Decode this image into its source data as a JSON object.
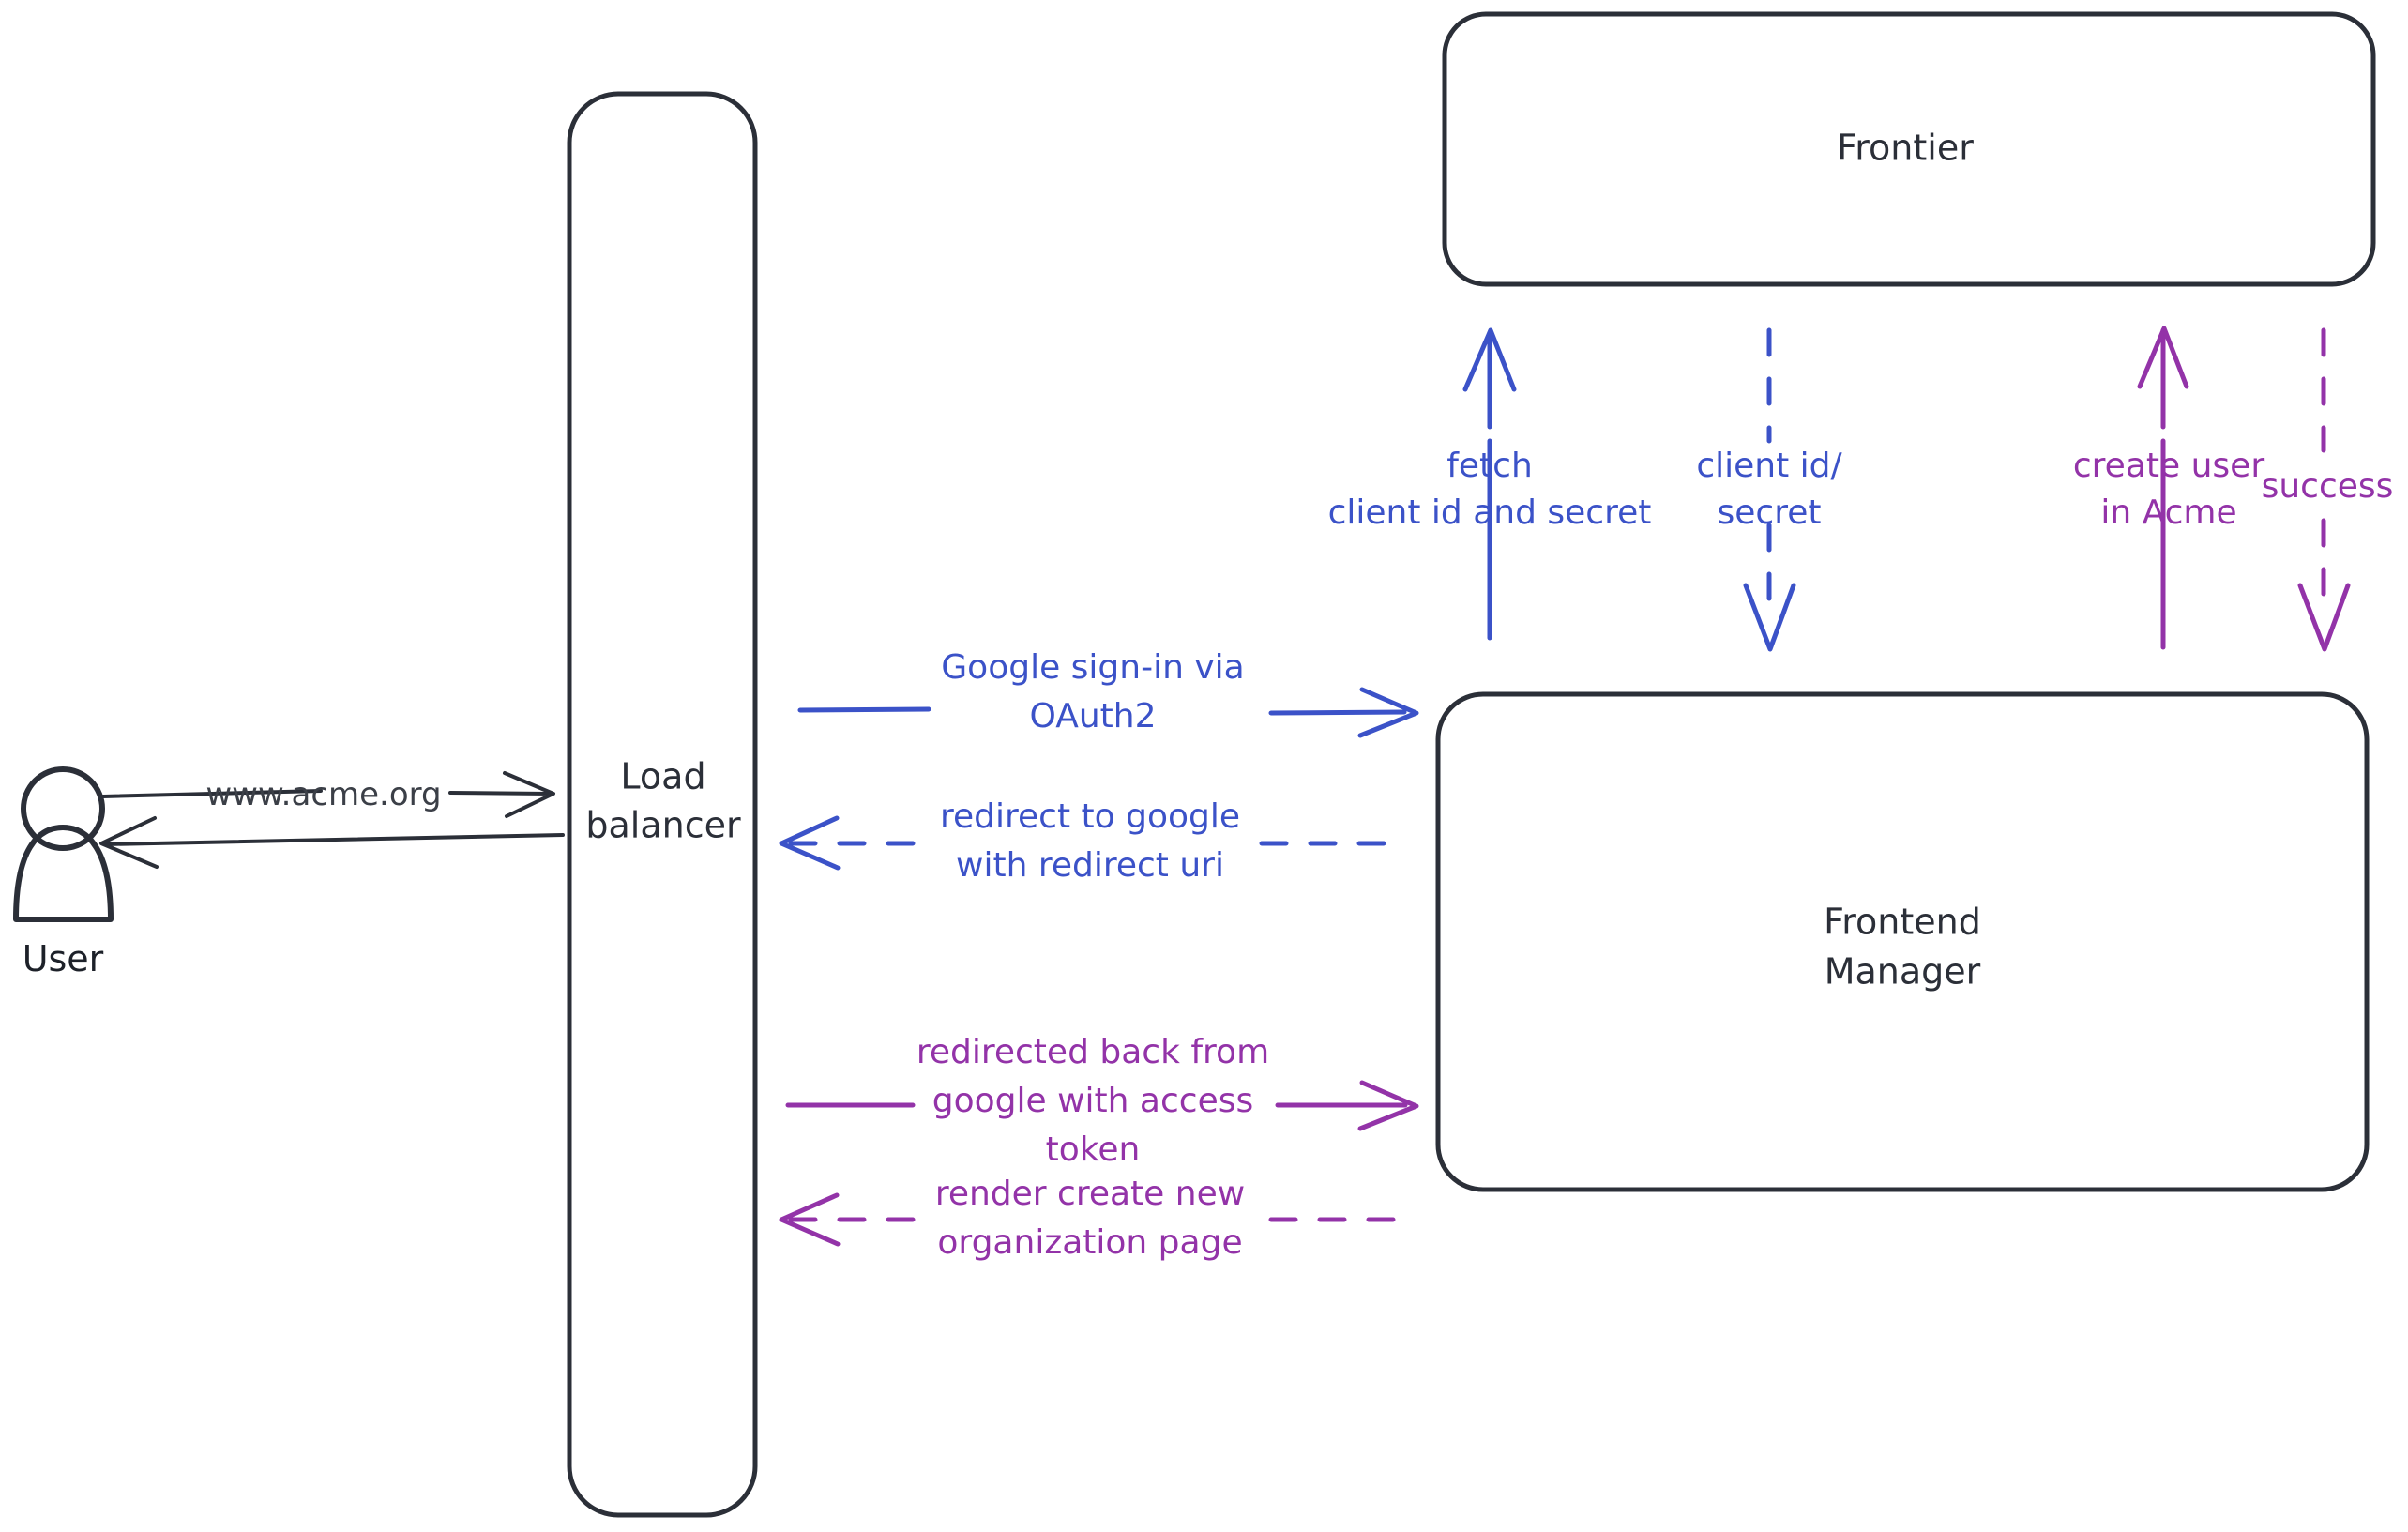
{
  "diagram": {
    "title": "Acme OAuth2 sign-in sequence diagram",
    "background": "#ffffff",
    "colors": {
      "node_stroke": "#2b2f38",
      "node_text": "#2b2f38",
      "actor_stroke": "#1d2129",
      "actor_hatch": "#c9d4e6",
      "edge_dark": "#3b3f47",
      "edge_blue": "#3b52c8",
      "edge_purple": "#9333a8"
    },
    "actors": [
      {
        "id": "user",
        "label": "User",
        "shape": "person-silhouette-hatched"
      }
    ],
    "nodes": [
      {
        "id": "load-balancer",
        "label_line1": "Load",
        "label_line2": "balancer",
        "shape": "rounded-rectangle"
      },
      {
        "id": "frontier",
        "label": "Frontier",
        "shape": "rounded-rectangle"
      },
      {
        "id": "frontend-manager",
        "label_line1": "Frontend",
        "label_line2": "Manager",
        "shape": "rounded-rectangle"
      }
    ],
    "edges": [
      {
        "id": "user-to-lb",
        "label": "www.acme.org",
        "color": "#3b3f47",
        "style": "solid",
        "direction": "right",
        "from": "user",
        "to": "load-balancer"
      },
      {
        "id": "lb-to-user",
        "label": "",
        "color": "#3b3f47",
        "style": "solid",
        "direction": "left",
        "from": "load-balancer",
        "to": "user"
      },
      {
        "id": "lb-to-fm-signin",
        "label_line1": "Google sign-in via",
        "label_line2": "OAuth2",
        "color": "#3b52c8",
        "style": "solid",
        "direction": "right",
        "from": "load-balancer",
        "to": "frontend-manager"
      },
      {
        "id": "fm-to-lb-redirect",
        "label_line1": "redirect to google",
        "label_line2": "with redirect uri",
        "color": "#3b52c8",
        "style": "dashed",
        "direction": "left",
        "from": "frontend-manager",
        "to": "load-balancer"
      },
      {
        "id": "lb-to-fm-token",
        "label_line1": "redirected back from",
        "label_line2": "google with access",
        "label_line3": "token",
        "color": "#9333a8",
        "style": "solid",
        "direction": "right",
        "from": "load-balancer",
        "to": "frontend-manager"
      },
      {
        "id": "fm-to-lb-render",
        "label_line1": "render create new",
        "label_line2": "organization page",
        "color": "#9333a8",
        "style": "dashed",
        "direction": "left",
        "from": "frontend-manager",
        "to": "load-balancer"
      },
      {
        "id": "fm-to-frontier-fetch",
        "label_line1": "fetch",
        "label_line2": "client id and secret",
        "color": "#3b52c8",
        "style": "solid",
        "direction": "up",
        "from": "frontend-manager",
        "to": "frontier"
      },
      {
        "id": "frontier-to-fm-creds",
        "label_line1": "client id/",
        "label_line2": "secret",
        "color": "#3b52c8",
        "style": "dashed",
        "direction": "down",
        "from": "frontier",
        "to": "frontend-manager"
      },
      {
        "id": "fm-to-frontier-create-user",
        "label_line1": "create user",
        "label_line2": "in Acme",
        "color": "#9333a8",
        "style": "solid",
        "direction": "up",
        "from": "frontend-manager",
        "to": "frontier"
      },
      {
        "id": "frontier-to-fm-success",
        "label": "success",
        "color": "#9333a8",
        "style": "dashed",
        "direction": "down",
        "from": "frontier",
        "to": "frontend-manager"
      }
    ]
  }
}
